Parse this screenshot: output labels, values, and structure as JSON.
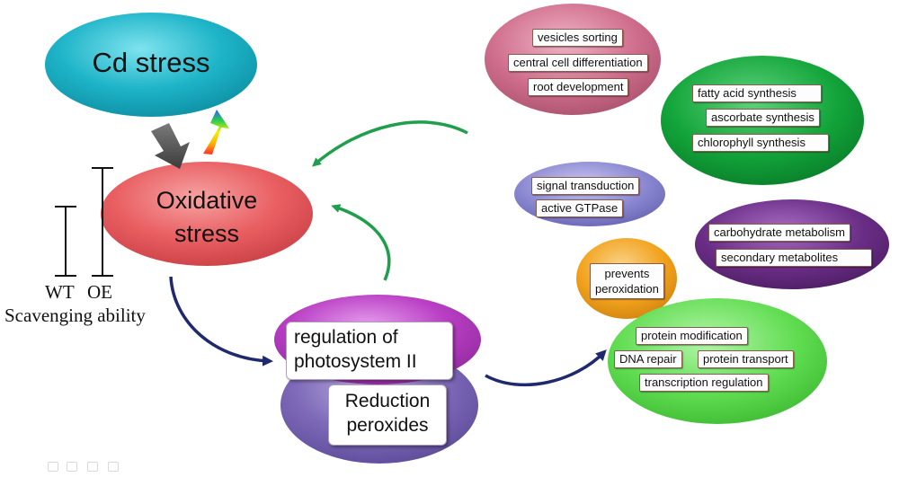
{
  "nodes": {
    "cd_stress": "Cd stress",
    "oxidative_stress_line1": "Oxidative",
    "oxidative_stress_line2": "stress",
    "regulation_ps_line1": "regulation  of",
    "regulation_ps_line2": "photosystem  II",
    "reduction_line1": "Reduction",
    "reduction_line2": "peroxides"
  },
  "scavenging": {
    "wt": "WT",
    "oe": "OE",
    "label": "Scavenging ability"
  },
  "clusters": {
    "pink": [
      "vesicles  sorting",
      "central cell differentiation",
      "root development"
    ],
    "dark_green": [
      "fatty acid synthesis",
      "ascorbate synthesis",
      "chlorophyll  synthesis"
    ],
    "blue": [
      "signal transduction",
      "active GTPase"
    ],
    "purple": [
      "carbohydrate metabolism",
      "secondary metabolites"
    ],
    "orange_line1": "prevents",
    "orange_line2": "peroxidation",
    "light_green": [
      "protein modification",
      "DNA  repair",
      "protein transport",
      "transcription regulation"
    ]
  },
  "colors": {
    "cd_stress": "#1eb4c8",
    "oxidative_stress": "#e95f62",
    "regulation_ps": "#b93ec4",
    "reduction": "#7d69b8",
    "pink_cluster": "#cf6d8c",
    "dark_green_cluster": "#12a43a",
    "blue_cluster": "#8b88d2",
    "purple_cluster": "#6a2d86",
    "orange_cluster": "#f2a21c",
    "light_green_cluster": "#5fdc50",
    "green_arrow": "#1f9e4b",
    "navy_arrow": "#1f2a6e",
    "gray_arrow": "#5a5a5a"
  }
}
